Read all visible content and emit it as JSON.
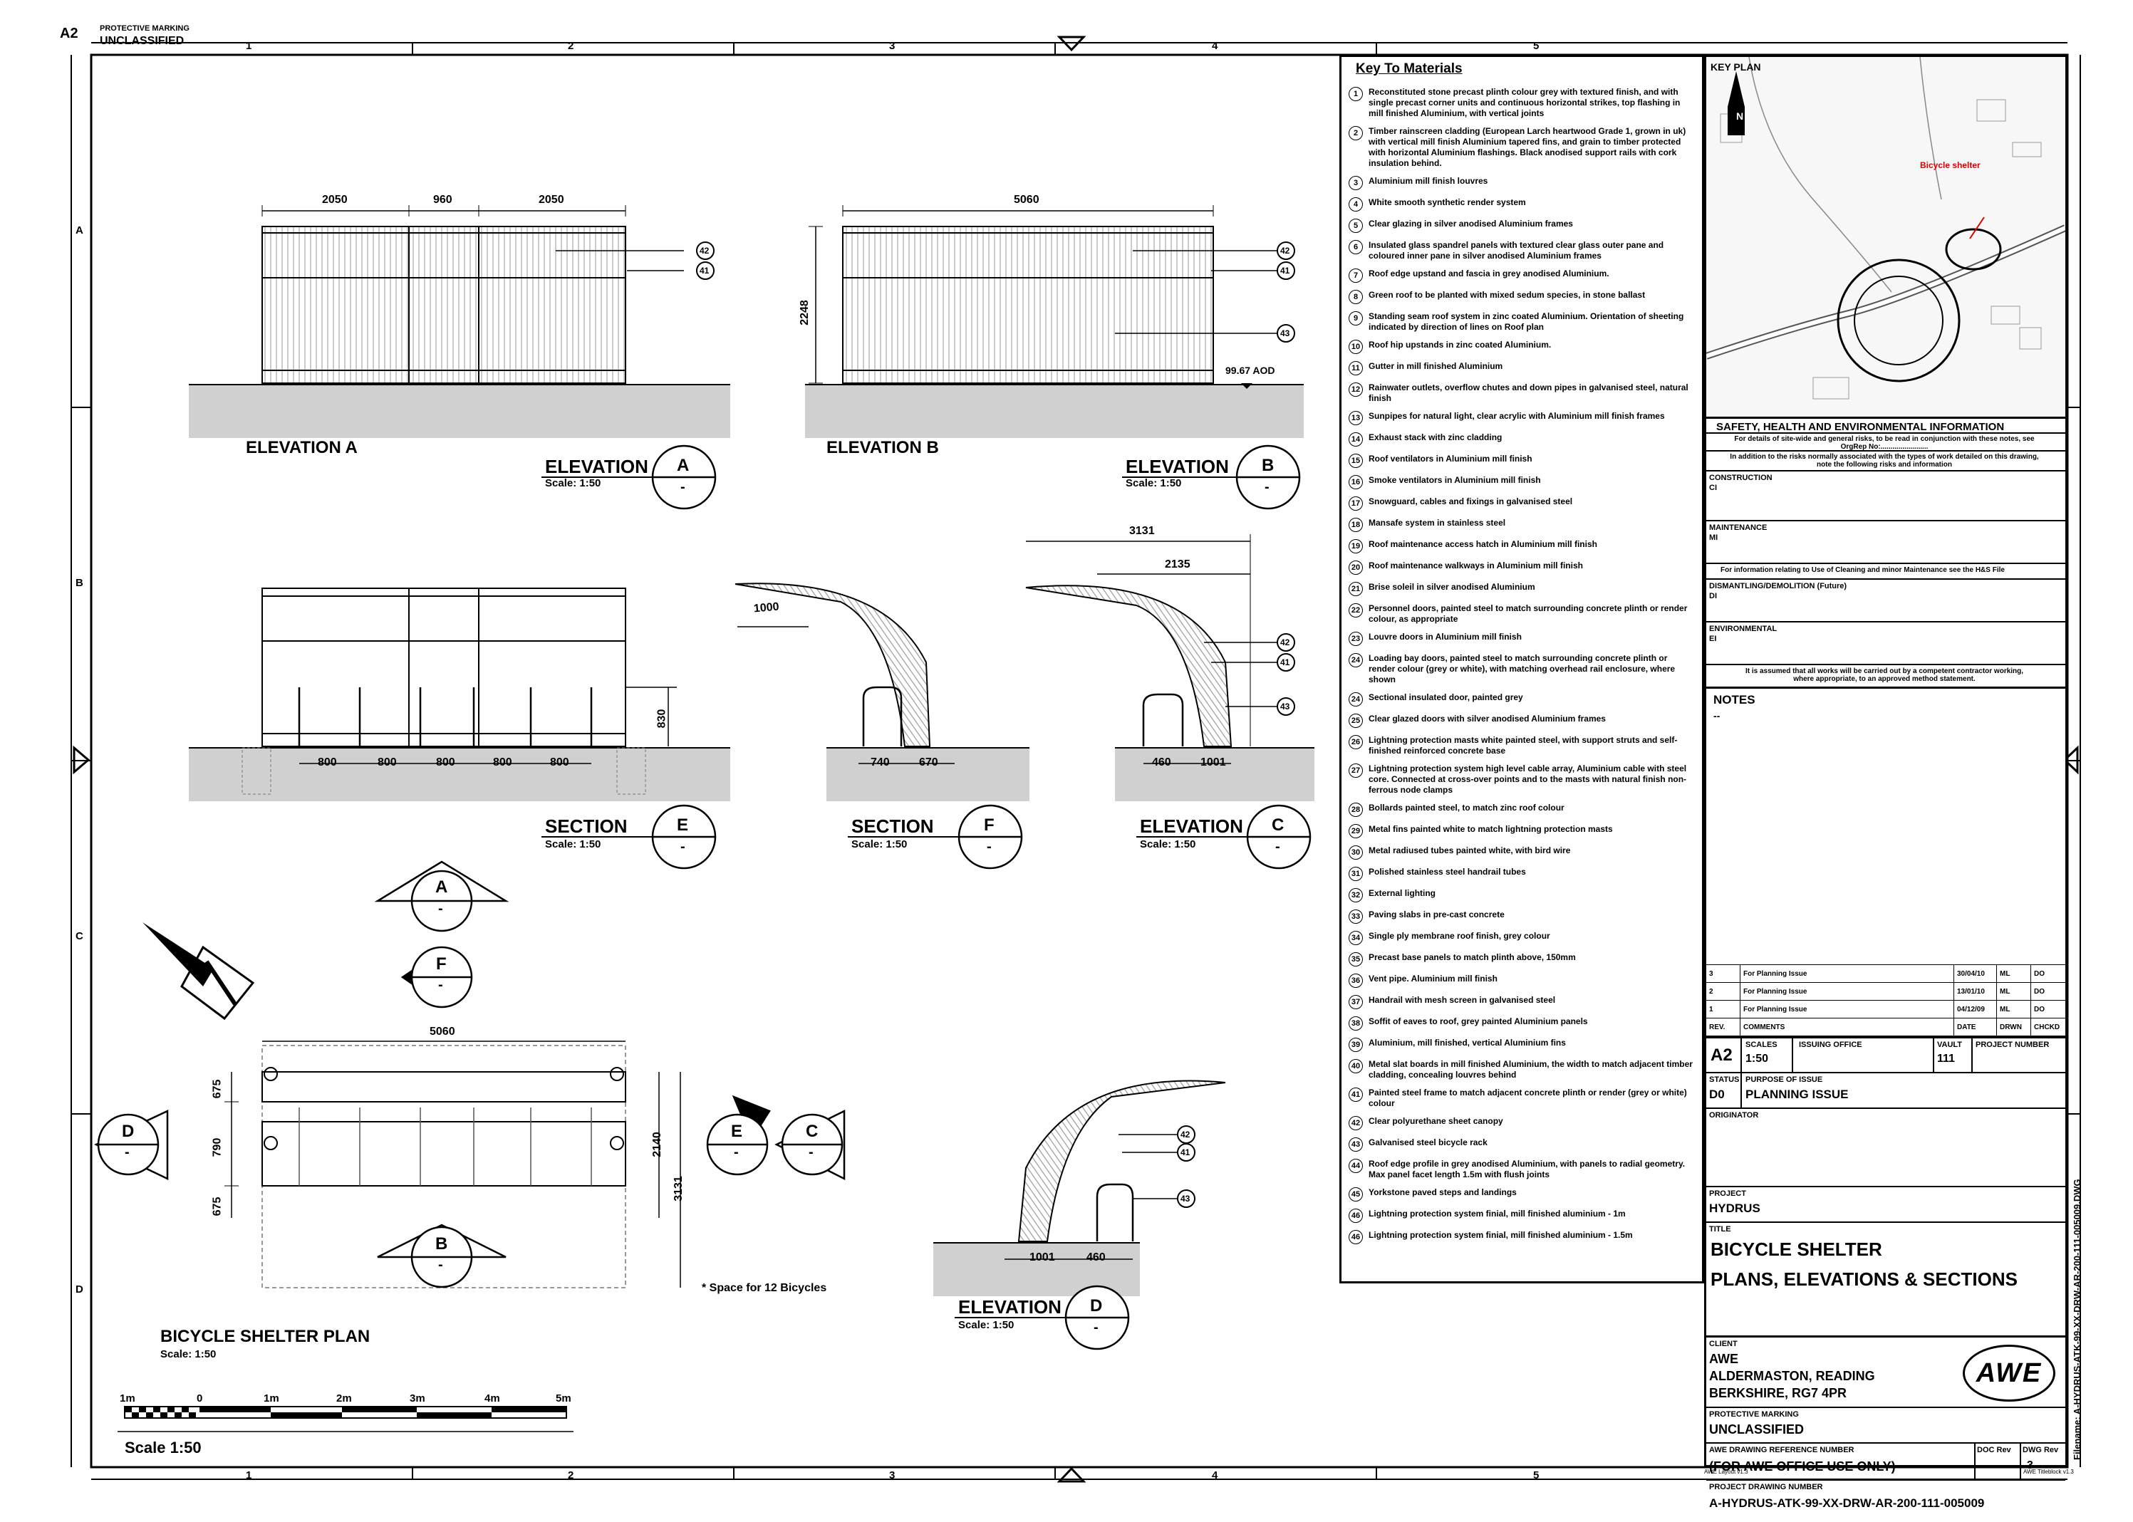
{
  "sheet": {
    "size": "A2",
    "protective_marking_label": "PROTECTIVE MARKING",
    "protective_marking": "UNCLASSIFIED",
    "col_labels": [
      "1",
      "2",
      "3",
      "4",
      "5"
    ],
    "row_labels": [
      "A",
      "B",
      "C",
      "D"
    ]
  },
  "views": {
    "elev_a_title": "ELEVATION A",
    "elev_b_title": "ELEVATION B",
    "elevation_word": "ELEVATION",
    "section_word": "SECTION",
    "scale_text": "Scale: 1:50",
    "marker_a": "A",
    "marker_b": "B",
    "marker_c": "C",
    "marker_d": "D",
    "marker_e": "E",
    "marker_f": "F",
    "dash": "-",
    "plan_title": "BICYCLE SHELTER PLAN",
    "plan_scale": "Scale: 1:50",
    "space_note": "* Space for 12 Bicycles",
    "aod": "99.67 AOD"
  },
  "dims": {
    "a_2050_left": "2050",
    "a_960": "960",
    "a_2050_right": "2050",
    "b_5060": "5060",
    "b_2248": "2248",
    "e_800": "800",
    "e_830": "830",
    "f_1000": "1000",
    "f_740": "740",
    "f_670": "670",
    "c_3131": "3131",
    "c_2135": "2135",
    "c_460": "460",
    "c_1001": "1001",
    "d_1001": "1001",
    "d_460": "460",
    "p_5060": "5060",
    "p_675a": "675",
    "p_790": "790",
    "p_675b": "675",
    "p_2140": "2140",
    "p_3131": "3131"
  },
  "callouts": {
    "c41": "41",
    "c42": "42",
    "c43": "43"
  },
  "scalebar": {
    "labels": [
      "1m",
      "0",
      "1m",
      "2m",
      "3m",
      "4m",
      "5m"
    ],
    "title": "Scale 1:50"
  },
  "key": {
    "title": "Key To Materials",
    "items": [
      {
        "n": "1",
        "t": "Reconstituted stone precast plinth colour grey with textured finish, and with single precast corner units and continuous horizontal strikes, top flashing in mill finished Aluminium, with vertical joints"
      },
      {
        "n": "2",
        "t": "Timber rainscreen cladding (European Larch heartwood Grade 1, grown in uk) with vertical mill finish Aluminium tapered fins, and grain to timber protected with horizontal Aluminium flashings. Black anodised support rails with cork insulation behind."
      },
      {
        "n": "3",
        "t": "Aluminium mill finish louvres"
      },
      {
        "n": "4",
        "t": "White smooth synthetic render system"
      },
      {
        "n": "5",
        "t": "Clear glazing in silver anodised Aluminium frames"
      },
      {
        "n": "6",
        "t": "Insulated glass spandrel panels with textured clear glass outer pane and coloured inner pane in silver anodised Aluminium frames"
      },
      {
        "n": "7",
        "t": "Roof edge upstand and fascia in grey anodised Aluminium."
      },
      {
        "n": "8",
        "t": "Green roof to be planted with mixed sedum species, in stone ballast"
      },
      {
        "n": "9",
        "t": "Standing seam roof system in zinc coated Aluminium. Orientation of sheeting indicated by direction of lines on Roof plan"
      },
      {
        "n": "10",
        "t": "Roof hip upstands in zinc coated Aluminium."
      },
      {
        "n": "11",
        "t": "Gutter in mill finished Aluminium"
      },
      {
        "n": "12",
        "t": "Rainwater outlets, overflow chutes and down pipes in galvanised steel, natural finish"
      },
      {
        "n": "13",
        "t": "Sunpipes for natural light, clear acrylic with Aluminium mill finish frames"
      },
      {
        "n": "14",
        "t": "Exhaust stack with zinc cladding"
      },
      {
        "n": "15",
        "t": "Roof ventilators in Aluminium mill finish"
      },
      {
        "n": "16",
        "t": "Smoke ventilators in Aluminium mill finish"
      },
      {
        "n": "17",
        "t": "Snowguard, cables and fixings in galvanised steel"
      },
      {
        "n": "18",
        "t": "Mansafe system in stainless steel"
      },
      {
        "n": "19",
        "t": "Roof maintenance access hatch in Aluminium mill finish"
      },
      {
        "n": "20",
        "t": "Roof maintenance walkways in Aluminium mill finish"
      },
      {
        "n": "21",
        "t": "Brise soleil in silver anodised Aluminium"
      },
      {
        "n": "22",
        "t": "Personnel doors, painted steel to match surrounding concrete plinth or render colour, as appropriate"
      },
      {
        "n": "23",
        "t": "Louvre doors in Aluminium mill finish"
      },
      {
        "n": "24",
        "t": "Loading bay doors, painted steel to match surrounding concrete plinth or render colour (grey or white), with matching overhead rail enclosure, where shown"
      },
      {
        "n": "24",
        "t": "Sectional insulated door, painted grey"
      },
      {
        "n": "25",
        "t": "Clear glazed doors with silver anodised Aluminium frames"
      },
      {
        "n": "26",
        "t": "Lightning protection masts white painted steel, with support struts and self-finished reinforced concrete base"
      },
      {
        "n": "27",
        "t": "Lightning protection system high level cable array, Aluminium cable with steel core. Connected at cross-over points and to the masts with natural finish non-ferrous node clamps"
      },
      {
        "n": "28",
        "t": "Bollards painted steel, to match zinc roof colour"
      },
      {
        "n": "29",
        "t": "Metal fins painted white to match lightning protection masts"
      },
      {
        "n": "30",
        "t": "Metal radiused tubes painted white, with bird wire"
      },
      {
        "n": "31",
        "t": "Polished stainless steel handrail tubes"
      },
      {
        "n": "32",
        "t": "External lighting"
      },
      {
        "n": "33",
        "t": "Paving slabs in pre-cast concrete"
      },
      {
        "n": "34",
        "t": "Single ply membrane roof finish, grey colour"
      },
      {
        "n": "35",
        "t": "Precast base panels to match plinth above, 150mm"
      },
      {
        "n": "36",
        "t": "Vent pipe. Aluminium mill finish"
      },
      {
        "n": "37",
        "t": "Handrail with mesh screen in galvanised steel"
      },
      {
        "n": "38",
        "t": "Soffit of eaves to roof, grey painted Aluminium panels"
      },
      {
        "n": "39",
        "t": "Aluminium, mill finished, vertical Aluminium fins"
      },
      {
        "n": "40",
        "t": "Metal slat boards in mill finished Aluminium, the width to match adjacent timber cladding, concealing louvres behind"
      },
      {
        "n": "41",
        "t": "Painted steel frame to match adjacent concrete plinth or render (grey or white) colour"
      },
      {
        "n": "42",
        "t": "Clear polyurethane sheet canopy"
      },
      {
        "n": "43",
        "t": "Galvanised steel bicycle rack"
      },
      {
        "n": "44",
        "t": "Roof edge profile in grey anodised Aluminium, with panels to radial geometry. Max panel facet length 1.5m with flush joints"
      },
      {
        "n": "45",
        "t": "Yorkstone paved steps and landings"
      },
      {
        "n": "46",
        "t": "Lightning protection system finial, mill finished aluminium - 1m"
      },
      {
        "n": "46",
        "t": "Lightning protection system finial, mill finished aluminium - 1.5m"
      }
    ]
  },
  "titleblock": {
    "key_plan": "KEY PLAN",
    "key_plan_label": "Bicycle shelter",
    "she_title": "SAFETY, HEALTH AND ENVIRONMENTAL INFORMATION",
    "she_line1": "For details of site-wide and general risks, to be read in conjunction with these notes, see OrgRep No:........................",
    "she_line2": "In addition to the risks normally associated with the types of work detailed on this drawing, note the following risks and information",
    "construction": "CONSTRUCTION",
    "construction_code": "CI",
    "maintenance": "MAINTENANCE",
    "maintenance_code": "MI",
    "maint_note": "For information relating to Use of Cleaning and minor Maintenance see the H&S File",
    "dismantling": "DISMANTLING/DEMOLITION (Future)",
    "dismantling_code": "DI",
    "environmental": "ENVIRONMENTAL",
    "environmental_code": "EI",
    "assumed": "It is assumed that all works will be carried out by a competent contractor working, where appropriate, to an approved method statement.",
    "notes": "NOTES",
    "notes_text": "--",
    "revisions": [
      {
        "rev": "3",
        "comment": "For Planning Issue",
        "date": "30/04/10",
        "drwn": "ML",
        "chkd": "DO"
      },
      {
        "rev": "2",
        "comment": "For Planning Issue",
        "date": "13/01/10",
        "drwn": "ML",
        "chkd": "DO"
      },
      {
        "rev": "1",
        "comment": "For Planning Issue",
        "date": "04/12/09",
        "drwn": "ML",
        "chkd": "DO"
      }
    ],
    "rev_headers": [
      "REV.",
      "COMMENTS",
      "DATE",
      "DRWN",
      "CHCKD"
    ],
    "size": "A2",
    "scales_label": "SCALES",
    "scales": "1:50",
    "issuing_office": "ISSUING OFFICE",
    "vault_label": "VAULT",
    "vault": "111",
    "project_number": "PROJECT NUMBER",
    "status_label": "STATUS",
    "status": "D0",
    "purpose_label": "PURPOSE OF ISSUE",
    "purpose": "PLANNING ISSUE",
    "originator": "ORIGINATOR",
    "project_label": "PROJECT",
    "project": "HYDRUS",
    "title_label": "TITLE",
    "title1": "BICYCLE SHELTER",
    "title2": "PLANS, ELEVATIONS & SECTIONS",
    "client_label": "CLIENT",
    "client1": "AWE",
    "client2": "ALDERMASTON, READING",
    "client3": "BERKSHIRE, RG7 4PR",
    "logo_text": "AWE",
    "pm_label": "PROTECTIVE MARKING",
    "pm": "UNCLASSIFIED",
    "awe_ref_label": "AWE DRAWING REFERENCE NUMBER",
    "awe_ref": "(FOR AWE OFFICE USE ONLY)",
    "doc_rev_label": "DOC Rev",
    "doc_rev": "-",
    "dwg_rev_label": "DWG Rev",
    "dwg_rev": "3",
    "proj_dwg_label": "PROJECT DRAWING NUMBER",
    "proj_dwg": "A-HYDRUS-ATK-99-XX-DRW-AR-200-111-005009",
    "filename": "Filename: A-HYDRUS-ATK-99-XX-DRW-AR-200-111-005009.DWG",
    "layout_left": "AWE Layout v1.3",
    "layout_right": "AWE Titleblock v1.3"
  }
}
